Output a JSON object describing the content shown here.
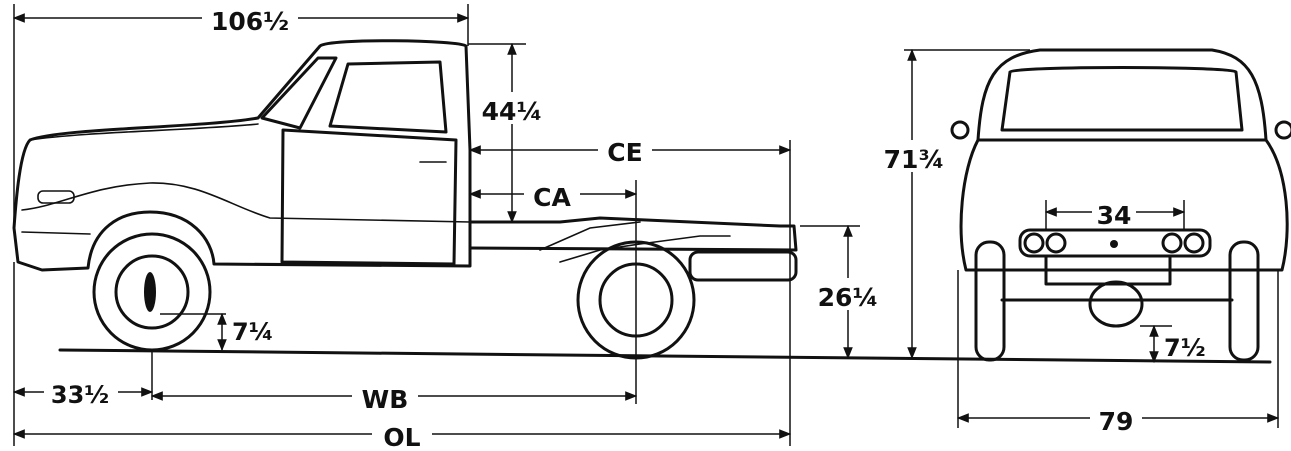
{
  "dimensions": {
    "overall_length_label": "OL",
    "front_overhang": "33½",
    "wheelbase_label": "WB",
    "front_to_cab_rear": "106½",
    "cab_height": "44¼",
    "cab_to_end_label": "CE",
    "cab_to_axle_label": "CA",
    "frame_height": "26¼",
    "front_ground_clearance": "7¼",
    "overall_height": "71¾",
    "frame_width": "34",
    "rear_ground_clearance": "7½",
    "overall_width": "79"
  }
}
